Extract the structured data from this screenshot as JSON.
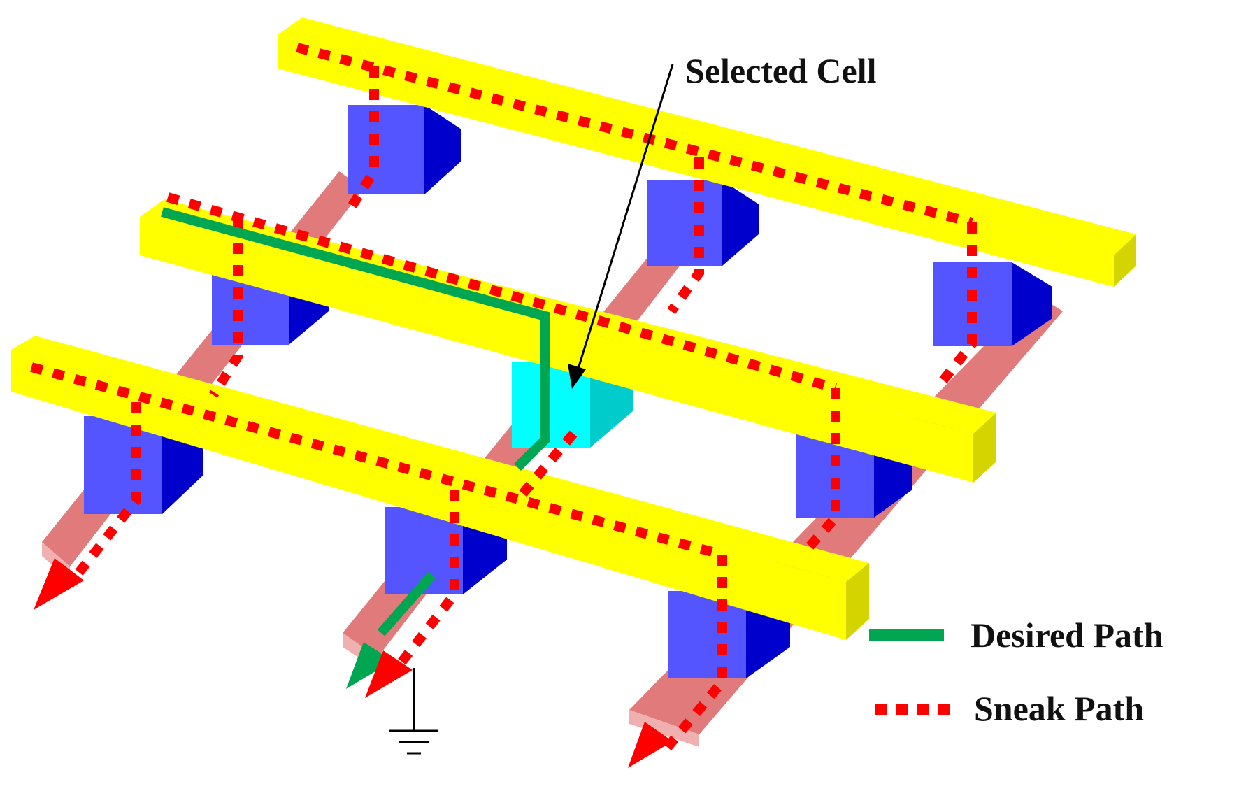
{
  "labels": {
    "selected_cell": "Selected Cell",
    "desired_path": "Desired Path",
    "sneak_path": "Sneak Path"
  },
  "colors": {
    "word_line": "#FFFF00",
    "word_line_edge": "#D4D400",
    "bit_line": "#E17B7B",
    "bit_line_edge": "#F1B0B0",
    "memory_cell": "#5555FF",
    "memory_cell_side": "#0000CC",
    "selected_cell": "#00FFFF",
    "selected_cell_side": "#00CCCC",
    "desired_path": "#00A651",
    "sneak_path": "#FF0000",
    "arrowhead": "#FF0000",
    "ground": "#000000"
  },
  "icons": {
    "ground": "ground-symbol-icon",
    "arrow": "current-flow-arrow-icon"
  }
}
